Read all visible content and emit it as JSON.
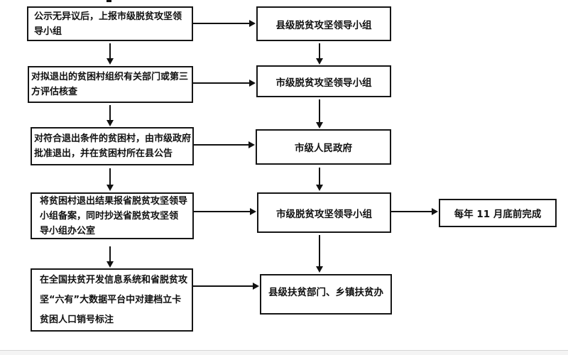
{
  "flowchart": {
    "left_nodes": [
      {
        "lines": [
          "公示无异议后，上报市级脱贫攻坚领",
          "导小组"
        ]
      },
      {
        "lines": [
          "对拟退出的贫困村组织有关部门或第三",
          "方评估核查"
        ]
      },
      {
        "lines": [
          "对符合退出条件的贫困村，由市级政府",
          "批准退出，并在贫困村所在县公告"
        ]
      },
      {
        "lines": [
          "将贫困村退出结果报省脱贫攻坚领导",
          "小组备案，同时抄送省脱贫攻坚领",
          "导小组办公室"
        ]
      },
      {
        "lines": [
          "在全国扶贫开发信息系统和省脱贫攻",
          "坚“六有”大数据平台中对建档立卡",
          "贫困人口销号标注"
        ]
      }
    ],
    "right_nodes": [
      {
        "label": "县级脱贫攻坚领导小组"
      },
      {
        "label": "市级脱贫攻坚领导小组"
      },
      {
        "label": "市级人民政府"
      },
      {
        "label": "市级脱贫攻坚领导小组"
      },
      {
        "label": "县级扶贫部门、乡镇扶贫办"
      }
    ],
    "deadline_note": "每年 11 月底前完成"
  }
}
